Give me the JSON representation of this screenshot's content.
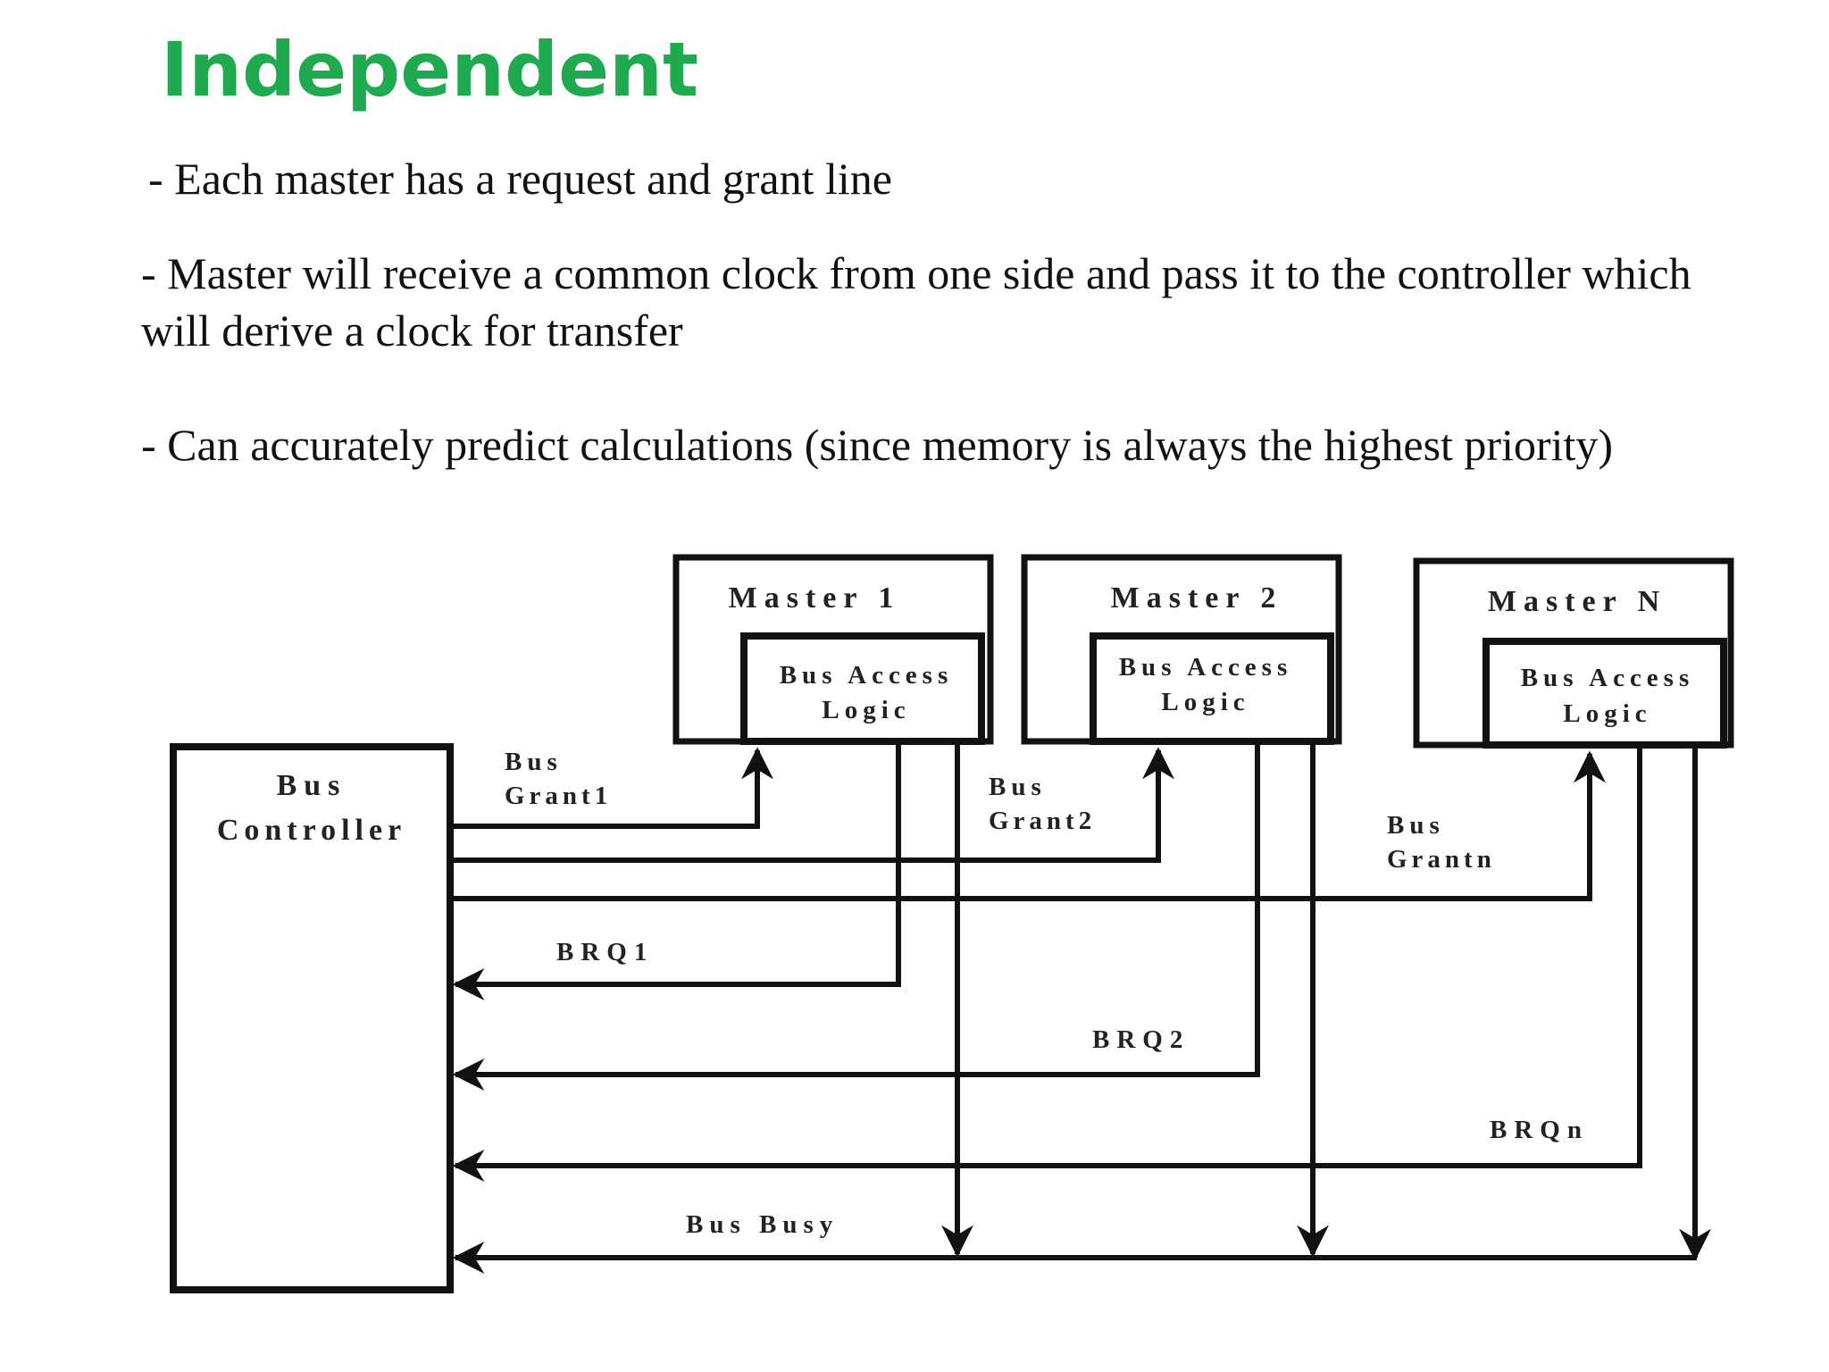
{
  "slide": {
    "title": "Independent",
    "bullets": [
      "- Each master has a request and grant line",
      "- Master will receive a common clock from one side and pass it to the controller which will derive a clock for transfer",
      "- Can accurately predict calculations (since memory is always the highest priority)"
    ]
  },
  "diagram": {
    "controller": {
      "line1": "Bus",
      "line2": "Controller"
    },
    "masters": [
      {
        "name": "Master 1",
        "logic_line1": "Bus Access",
        "logic_line2": "Logic"
      },
      {
        "name": "Master 2",
        "logic_line1": "Bus Access",
        "logic_line2": "Logic"
      },
      {
        "name": "Master N",
        "logic_line1": "Bus Access",
        "logic_line2": "Logic"
      }
    ],
    "grants": [
      {
        "line1": "Bus",
        "line2": "Grant1"
      },
      {
        "line1": "Bus",
        "line2": "Grant2"
      },
      {
        "line1": "Bus",
        "line2": "Grantn"
      }
    ],
    "requests": [
      "BRQ1",
      "BRQ2",
      "BRQn"
    ],
    "busy": "Bus Busy"
  }
}
